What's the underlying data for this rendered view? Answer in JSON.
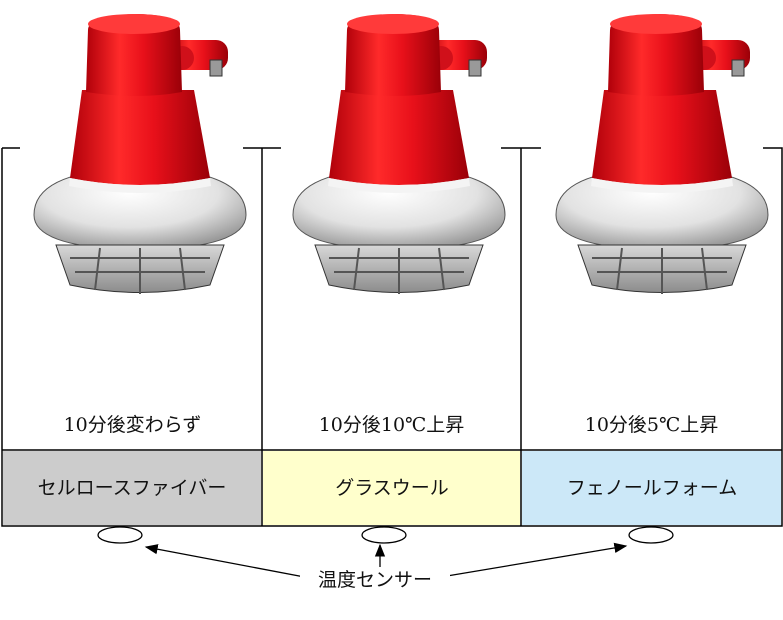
{
  "sections": [
    {
      "result": "10分後変わらず",
      "material": "セルロースファイバー",
      "material_color": "#cccccc"
    },
    {
      "result": "10分後10℃上昇",
      "material": "グラスウール",
      "material_color": "#ffffcc"
    },
    {
      "result": "10分後5℃上昇",
      "material": "フェノールフォーム",
      "material_color": "#cce8f8"
    }
  ],
  "sensor_label": "温度センサー",
  "colors": {
    "lamp_red": "#e8101a",
    "lamp_shade": "#e6e6e6",
    "outline": "#000000"
  }
}
